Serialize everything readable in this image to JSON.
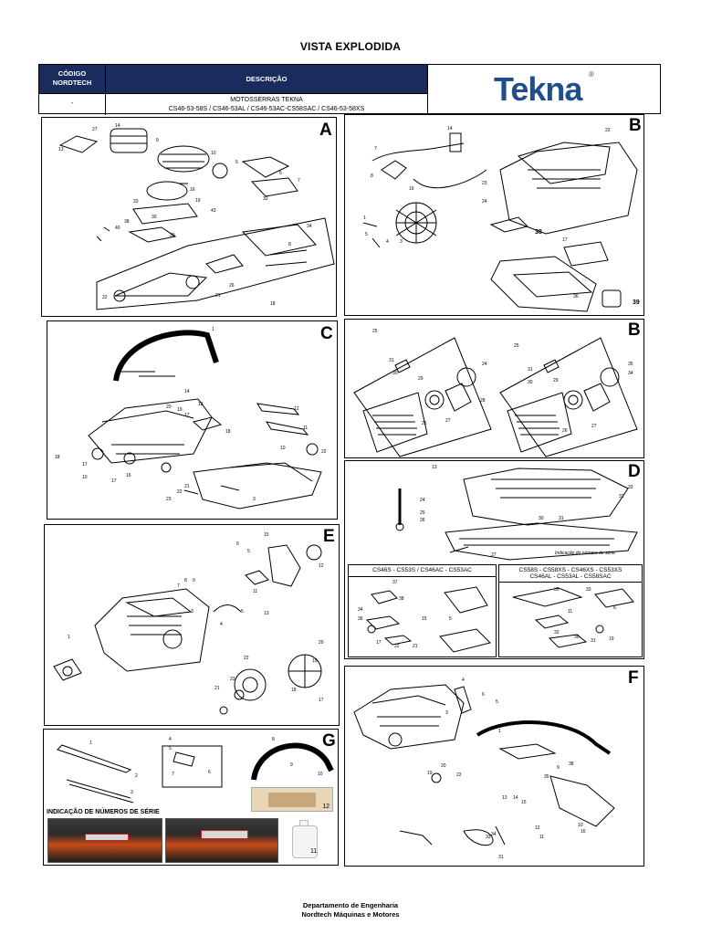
{
  "page": {
    "title": "VISTA EXPLODIDA"
  },
  "header": {
    "code_header": "CÓDIGO\nNORDTECH",
    "description_header": "DESCRIÇÃO",
    "code_value": "-",
    "description_line1": "MOTOSSERRAS TEKNA",
    "description_line2": "CS46-53-58S / CS46-53AL / CS46-53AC-CS58SAC / CS46-53-58XS",
    "logo_text": "Tekna",
    "logo_mark": "®"
  },
  "panels": {
    "a": {
      "label": "A"
    },
    "b_top": {
      "label": "B"
    },
    "c": {
      "label": "C"
    },
    "b_mid": {
      "label": "B"
    },
    "d": {
      "label": "D",
      "note": "Indicação do número de série"
    },
    "d_left_box": {
      "caption": "CS46S - CS53S / CS46AC - CS53AC"
    },
    "d_right_box": {
      "caption_line1": "CS58S - CS58XS - CS46XS - CS53XS",
      "caption_line2": "CS46AL - CS53AL - CS58SAC"
    },
    "e": {
      "label": "E"
    },
    "f": {
      "label": "F"
    },
    "g": {
      "label": "G",
      "serial_caption": "INDICAÇÃO DE NÚMEROS DE SÉRIE",
      "item_12": "12",
      "item_11": "11"
    }
  },
  "footer": {
    "line1": "Departamento de Engenharia",
    "line2": "Nordtech Máquinas e Motores"
  },
  "colors": {
    "header_bg": "#1a2b5e",
    "logo_blue": "#1f4e8c"
  }
}
